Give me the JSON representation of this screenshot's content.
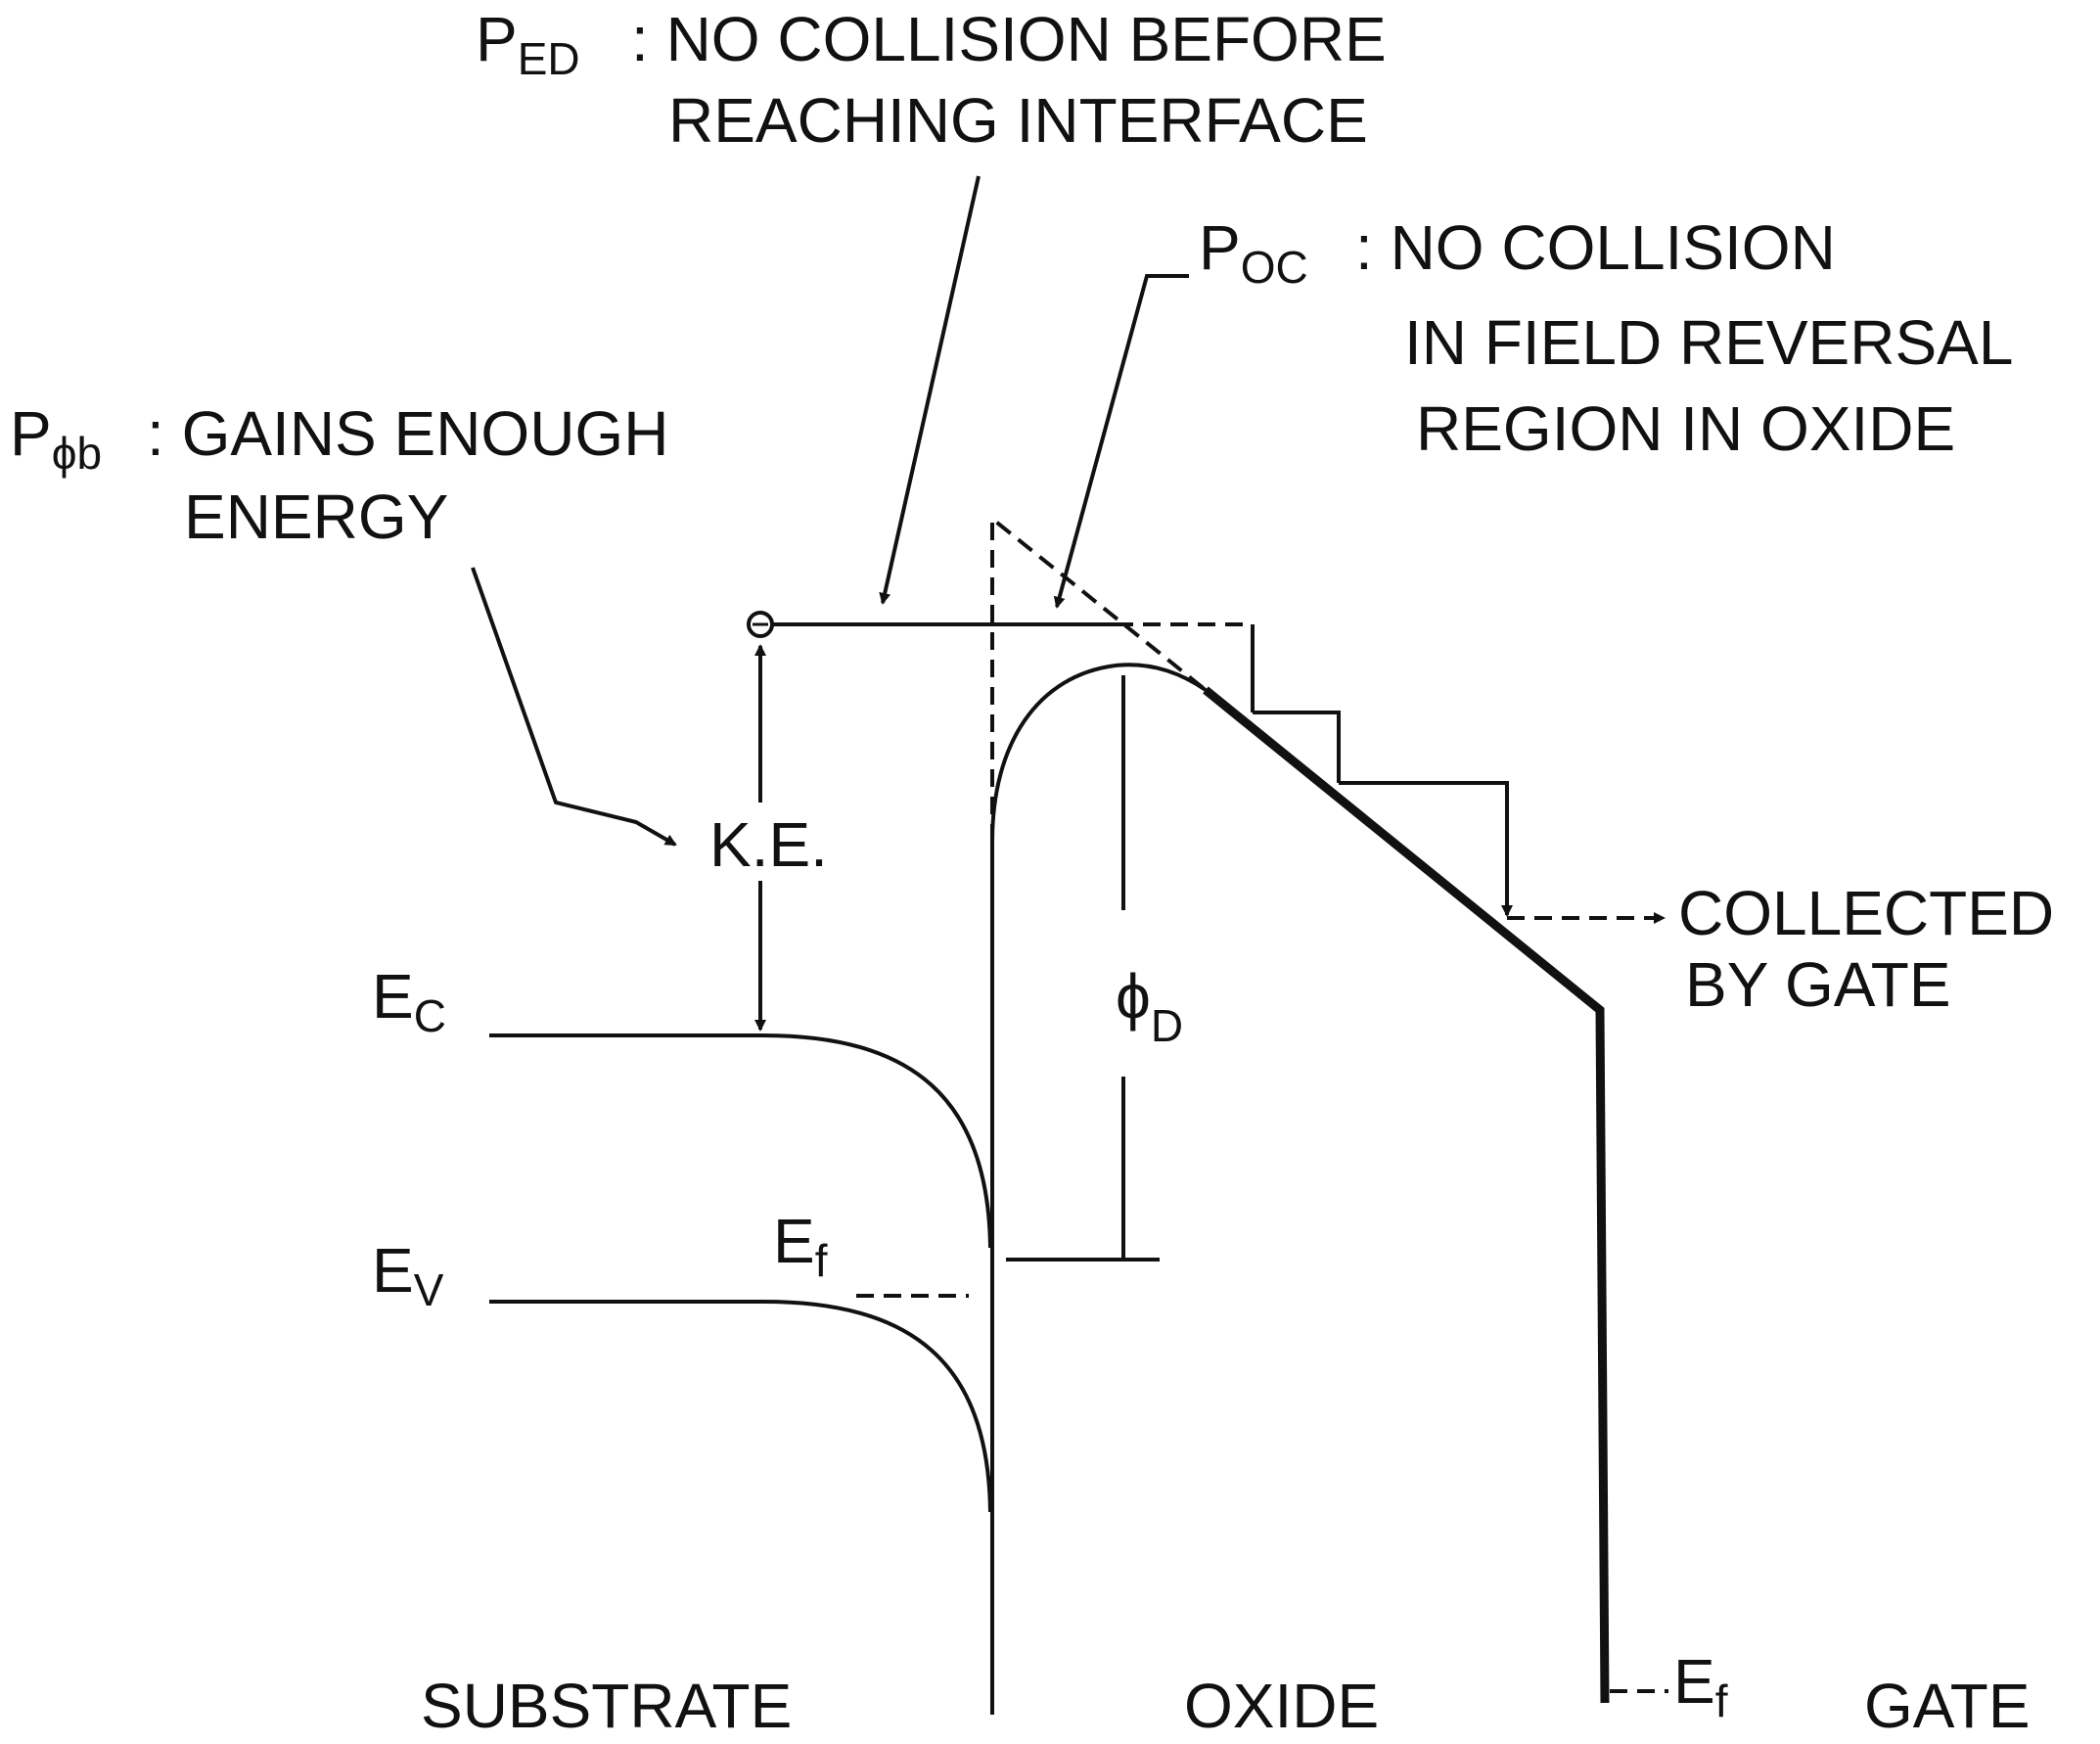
{
  "labels": {
    "p_ed_main": "P",
    "p_ed_sub": "ED",
    "p_ed_text_1": ": NO COLLISION BEFORE",
    "p_ed_text_2": "REACHING INTERFACE",
    "p_oc_main": "P",
    "p_oc_sub": "OC",
    "p_oc_text_1": ": NO COLLISION",
    "p_oc_text_2": "IN FIELD REVERSAL",
    "p_oc_text_3": "REGION IN OXIDE",
    "p_phib_main": "P",
    "p_phib_sub": "ϕb",
    "p_phib_text_1": ": GAINS ENOUGH",
    "p_phib_text_2": "ENERGY",
    "ke": "K.E.",
    "ec_main": "E",
    "ec_sub": "C",
    "ev_main": "E",
    "ev_sub": "V",
    "ef_sub_main": "E",
    "ef_sub_sub": "f",
    "phi_d_main": "ϕ",
    "phi_d_sub": "D",
    "collected_1": "COLLECTED",
    "collected_2": "BY GATE",
    "ef_gate_main": "E",
    "ef_gate_sub": "f",
    "substrate": "SUBSTRATE",
    "oxide": "OXIDE",
    "gate": "GATE"
  },
  "electron_symbol": "⊖"
}
